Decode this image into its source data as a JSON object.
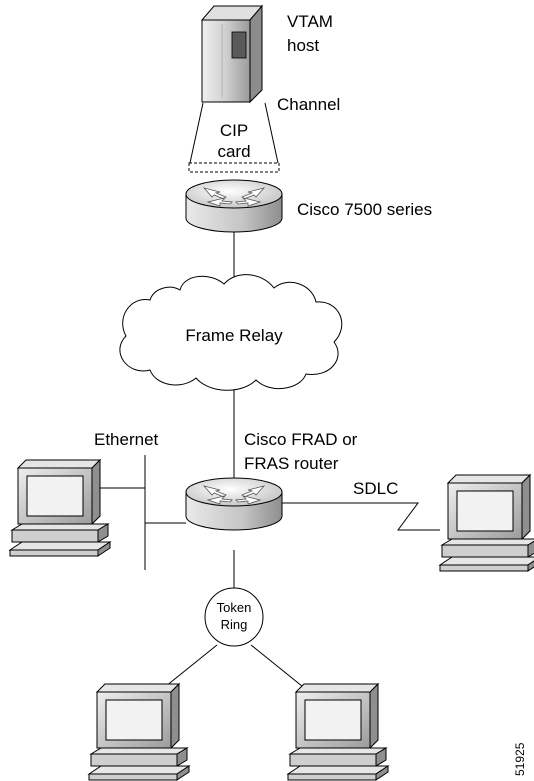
{
  "host": {
    "label_line1": "VTAM",
    "label_line2": "host",
    "icon": "mainframe-icon"
  },
  "channel": {
    "label": "Channel"
  },
  "cip_card": {
    "label_line1": "CIP",
    "label_line2": "card"
  },
  "core_router": {
    "label": "Cisco 7500 series",
    "icon": "router-icon"
  },
  "network": {
    "label": "Frame Relay",
    "icon": "cloud-icon"
  },
  "branch_router": {
    "label_line1": "Cisco FRAD or",
    "label_line2": "FRAS router",
    "icon": "router-icon"
  },
  "ethernet": {
    "label": "Ethernet"
  },
  "sdlc": {
    "label": "SDLC"
  },
  "token_ring": {
    "label_line1": "Token",
    "label_line2": "Ring"
  },
  "workstations": {
    "icon": "workstation-icon",
    "count": 4
  },
  "figure_id": "51925",
  "colors": {
    "line": "#000000",
    "device_fill": "#d9d9d9",
    "device_dark": "#a6a6a6",
    "screen": "#f2f2f2"
  }
}
